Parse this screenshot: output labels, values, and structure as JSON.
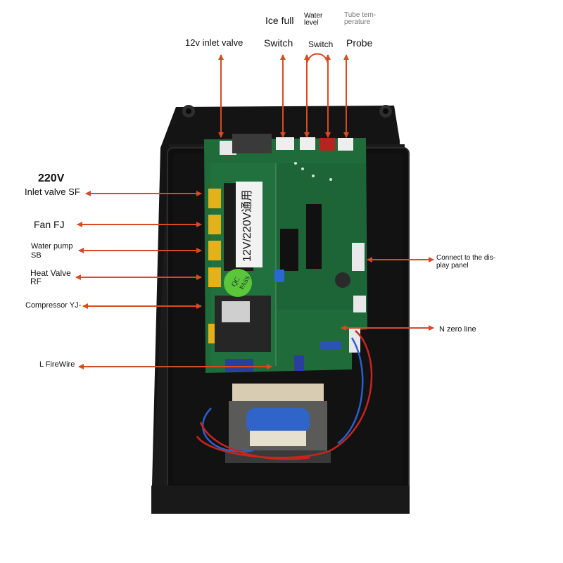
{
  "labels": {
    "valve_12v": "12v inlet valve",
    "ice_full_top": "Ice full",
    "ice_full_bottom": "Switch",
    "water_level_l1": "Water",
    "water_level_l2": "level",
    "water_level_switch": "Switch",
    "tube_temp_l1": "Tube tem-",
    "tube_temp_l2": "perature",
    "tube_temp_probe": "Probe",
    "v220": "220V",
    "inlet_valve_sf": "Inlet valve SF",
    "fan_fj": "Fan FJ",
    "water_pump_l1": "Water pump",
    "water_pump_l2": "SB",
    "heat_valve_l1": "Heat Valve",
    "heat_valve_l2": "RF",
    "compressor": "Compressor YJ-",
    "l_firewire": "L FireWire",
    "display_l1": "Connect to the dis-",
    "display_l2": "play panel",
    "n_zero": "N zero line"
  },
  "board": {
    "relay_print": "12V/220V通用",
    "qc_stamp_l1": "QC",
    "qc_stamp_l2": "PASS"
  },
  "colors": {
    "arrow": "#d94a22",
    "pcb": "#1f6b3a",
    "housing": "#161616",
    "relay": "#e3b21a",
    "transformer_coil": "#2f64c8"
  }
}
